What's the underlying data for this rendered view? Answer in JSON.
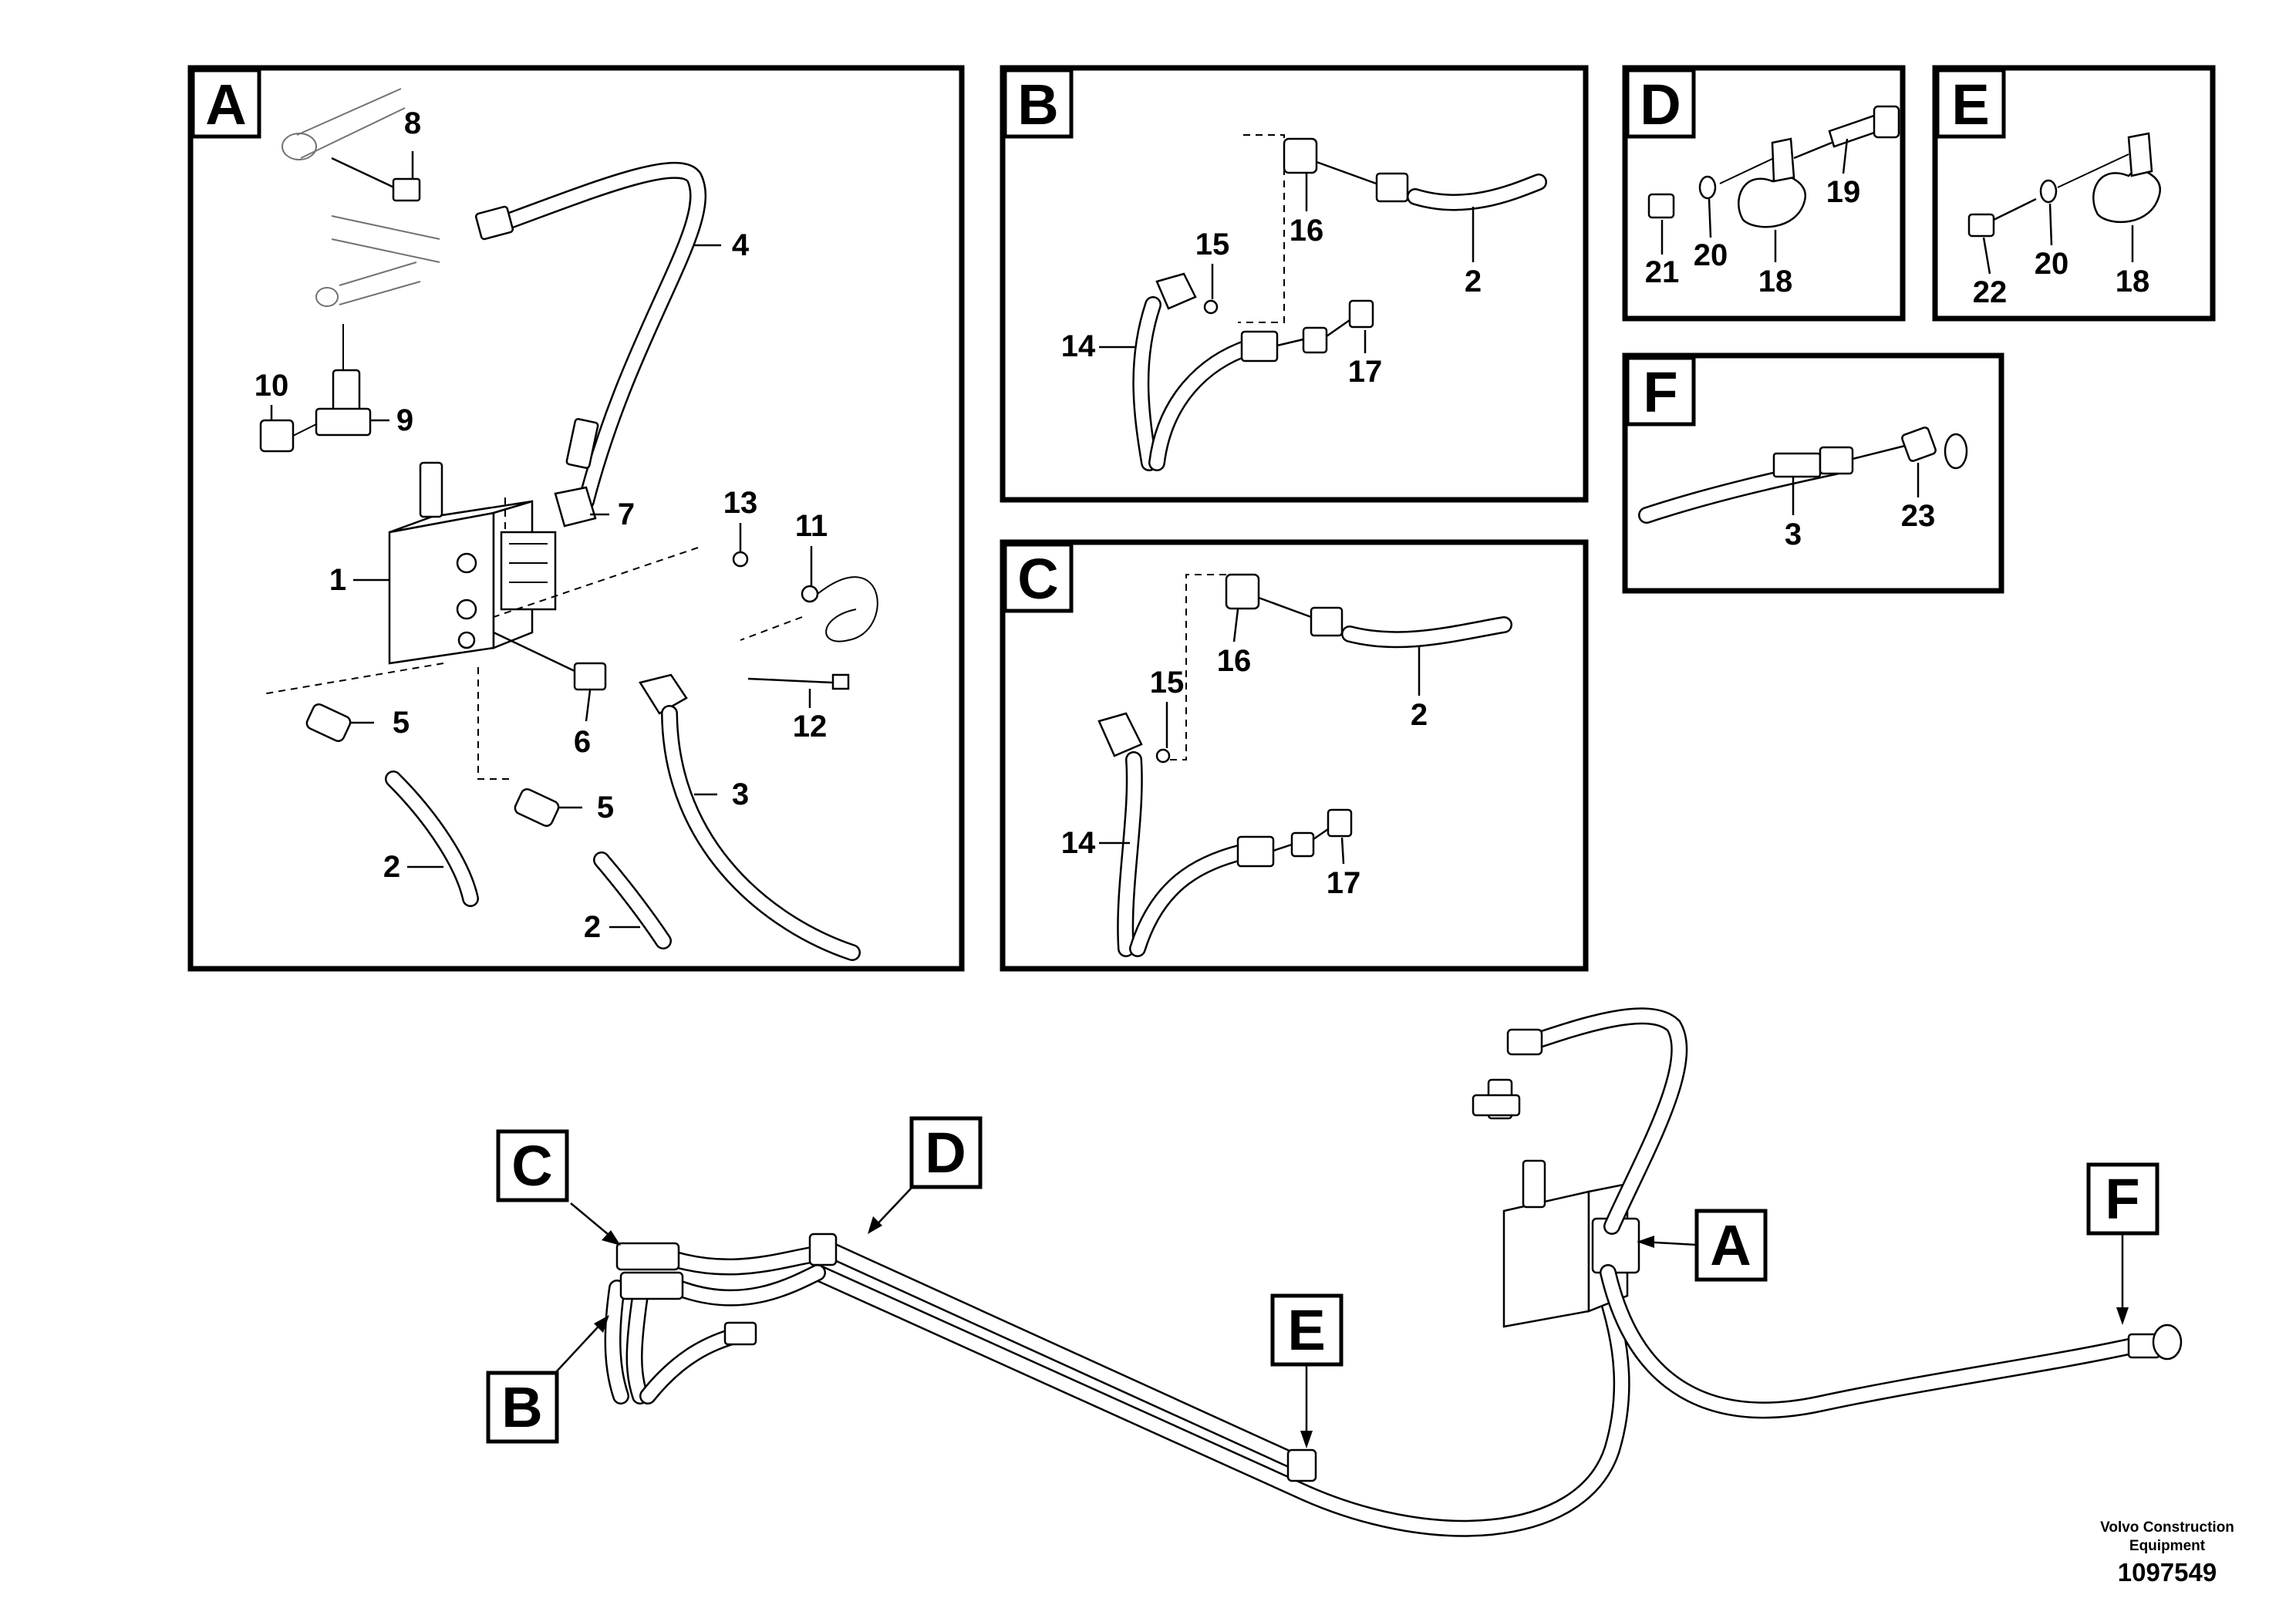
{
  "panels": {
    "A": {
      "letter": "A",
      "labels": {
        "p1": "1",
        "p2a": "2",
        "p2b": "2",
        "p3": "3",
        "p4": "4",
        "p5a": "5",
        "p5b": "5",
        "p6": "6",
        "p7": "7",
        "p8": "8",
        "p9": "9",
        "p10": "10",
        "p11": "11",
        "p12": "12",
        "p13": "13"
      }
    },
    "B": {
      "letter": "B",
      "labels": {
        "p2": "2",
        "p14": "14",
        "p15": "15",
        "p16": "16",
        "p17": "17"
      }
    },
    "C": {
      "letter": "C",
      "labels": {
        "p2": "2",
        "p14": "14",
        "p15": "15",
        "p16": "16",
        "p17": "17"
      }
    },
    "D": {
      "letter": "D",
      "labels": {
        "p18": "18",
        "p19": "19",
        "p20": "20",
        "p21": "21"
      }
    },
    "E": {
      "letter": "E",
      "labels": {
        "p18": "18",
        "p20": "20",
        "p22": "22"
      }
    },
    "F": {
      "letter": "F",
      "labels": {
        "p3": "3",
        "p23": "23"
      }
    }
  },
  "overview_callouts": [
    "A",
    "B",
    "C",
    "D",
    "E",
    "F"
  ],
  "footer": {
    "company_line1": "Volvo Construction",
    "company_line2": "Equipment",
    "drawing_number": "1097549"
  }
}
